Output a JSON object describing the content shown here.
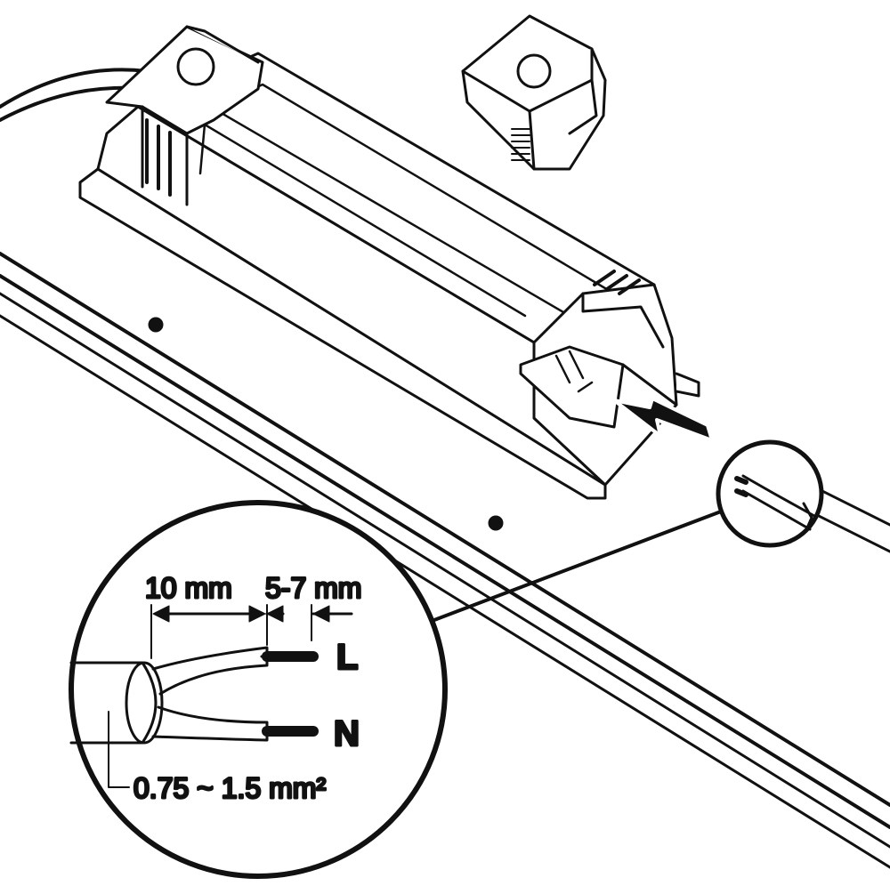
{
  "colors": {
    "ink": "#111111",
    "paper": "#ffffff"
  },
  "callout": {
    "dim_strip": "10 mm",
    "dim_bare": "5-7 mm",
    "live": "L",
    "neutral": "N",
    "cross_section": "0.75 ~ 1.5 mm²"
  }
}
